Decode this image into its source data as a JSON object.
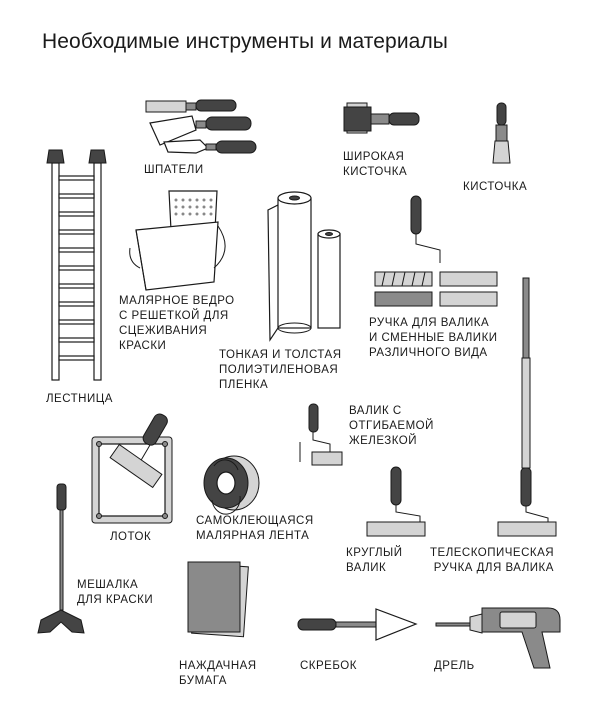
{
  "title": "Необходимые инструменты и материалы",
  "labels": {
    "spatulas": [
      "ШПАТЕЛИ"
    ],
    "wide_brush": [
      "ШИРОКАЯ",
      "КИСТОЧКА"
    ],
    "brush": [
      "КИСТОЧКА"
    ],
    "bucket": [
      "МАЛЯРНОЕ ВЕДРО",
      "С РЕШЕТКОЙ ДЛЯ",
      "СЦЕЖИВАНИЯ",
      "КРАСКИ"
    ],
    "film": [
      "ТОНКАЯ И ТОЛСТАЯ",
      "ПОЛИЭТИЛЕНОВАЯ",
      "ПЛЕНКА"
    ],
    "roller_handle": [
      "РУЧКА ДЛЯ ВАЛИКА",
      "И СМЕННЫЕ ВАЛИКИ",
      "РАЗЛИЧНОГО ВИДА"
    ],
    "ladder": [
      "ЛЕСТНИЦА"
    ],
    "bent_roller": [
      "ВАЛИК С",
      "ОТГИБАЕМОЙ",
      "ЖЕЛЕЗКОЙ"
    ],
    "tray": [
      "ЛОТОК"
    ],
    "tape": [
      "САМОКЛЕЮЩАЯСЯ",
      "МАЛЯРНАЯ ЛЕНТА"
    ],
    "round_roller": [
      "КРУГЛЫЙ",
      "ВАЛИК"
    ],
    "telescopic": [
      "ТЕЛЕСКОПИЧЕСКАЯ",
      " РУЧКА ДЛЯ ВАЛИКА"
    ],
    "mixer": [
      "МЕШАЛКА",
      "ДЛЯ КРАСКИ"
    ],
    "sandpaper": [
      "НАЖДАЧНАЯ",
      "БУМАГА"
    ],
    "scraper": [
      "СКРЕБОК"
    ],
    "drill": [
      "ДРЕЛЬ"
    ]
  }
}
